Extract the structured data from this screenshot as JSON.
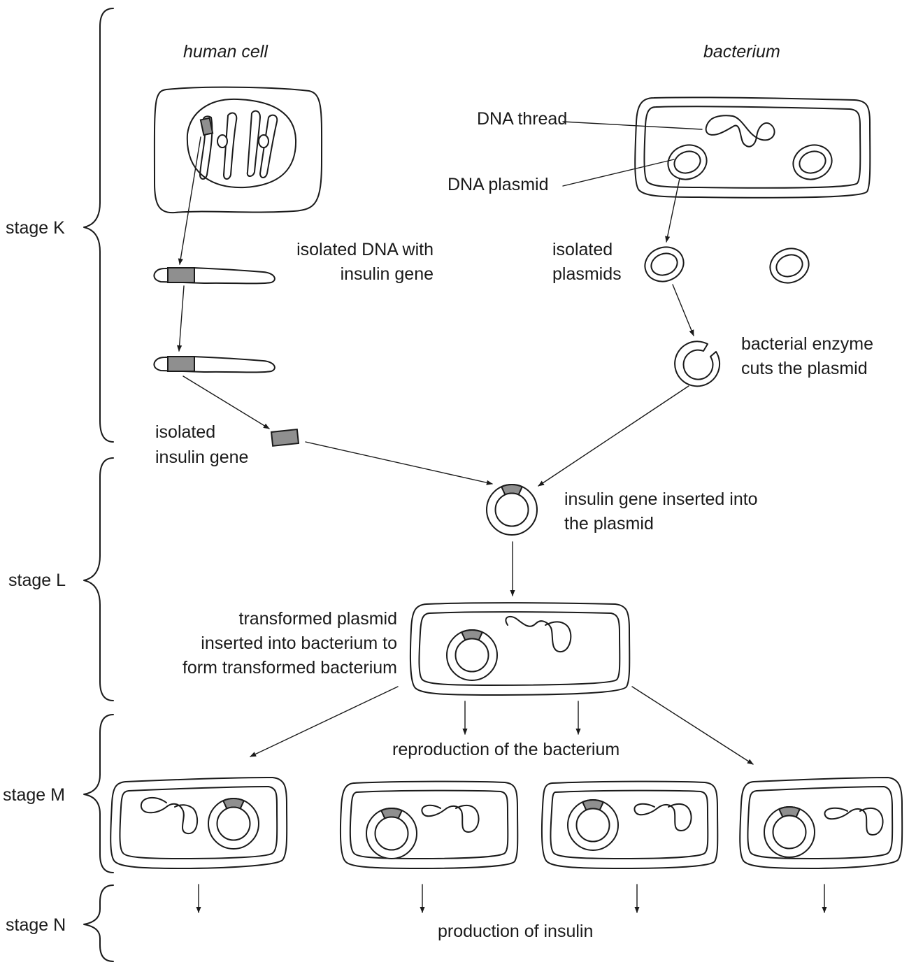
{
  "labels": {
    "human_cell": "human cell",
    "bacterium": "bacterium",
    "dna_thread": "DNA thread",
    "dna_plasmid": "DNA plasmid",
    "isolated_dna_line1": "isolated DNA with",
    "isolated_dna_line2": "insulin gene",
    "isolated_plasmids_line1": "isolated",
    "isolated_plasmids_line2": "plasmids",
    "enzyme_line1": "bacterial enzyme",
    "enzyme_line2": "cuts the plasmid",
    "isolated_gene_line1": "isolated",
    "isolated_gene_line2": "insulin gene",
    "inserted_line1": "insulin gene inserted into",
    "inserted_line2": "the plasmid",
    "transformed_line1": "transformed plasmid",
    "transformed_line2": "inserted into bacterium to",
    "transformed_line3": "form transformed bacterium",
    "reproduction": "reproduction of the bacterium",
    "production": "production of insulin"
  },
  "stages": [
    {
      "prefix": "stage ",
      "letter": "K"
    },
    {
      "prefix": "stage ",
      "letter": "L"
    },
    {
      "prefix": "stage ",
      "letter": "M"
    },
    {
      "prefix": "stage ",
      "letter": "N"
    }
  ],
  "colors": {
    "gene": "#8f8f8f",
    "ink": "#1a1a1a"
  }
}
